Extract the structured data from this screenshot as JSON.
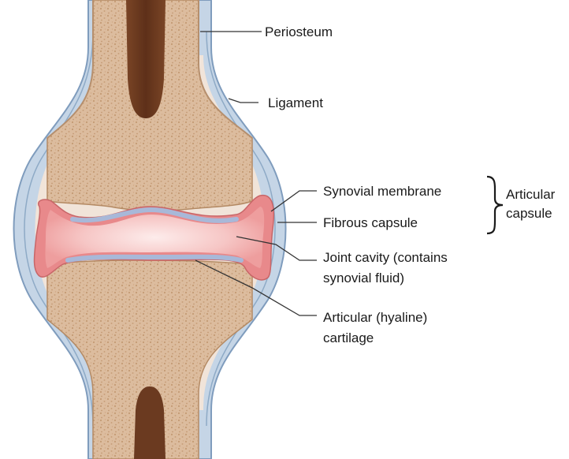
{
  "labels": {
    "periosteum": "Periosteum",
    "ligament": "Ligament",
    "synovial_membrane": "Synovial membrane",
    "fibrous_capsule": "Fibrous capsule",
    "joint_cavity_line1": "Joint cavity (contains",
    "joint_cavity_line2": "synovial fluid)",
    "cartilage_line1": "Articular (hyaline)",
    "cartilage_line2": "cartilage",
    "articular_capsule_line1": "Articular",
    "articular_capsule_line2": "capsule"
  },
  "colors": {
    "bone": "#dfc0a3",
    "bone_texture": "#c99e78",
    "marrow": "#6b3a20",
    "capsule_fill": "#f1e4d9",
    "ligament": "#a9bfd6",
    "ligament_line": "#7f9cbd",
    "synovial_membrane": "#e8898b",
    "joint_cavity": "#f6c3c3",
    "cartilage": "#a8b8d8",
    "leader_line": "#333333"
  }
}
